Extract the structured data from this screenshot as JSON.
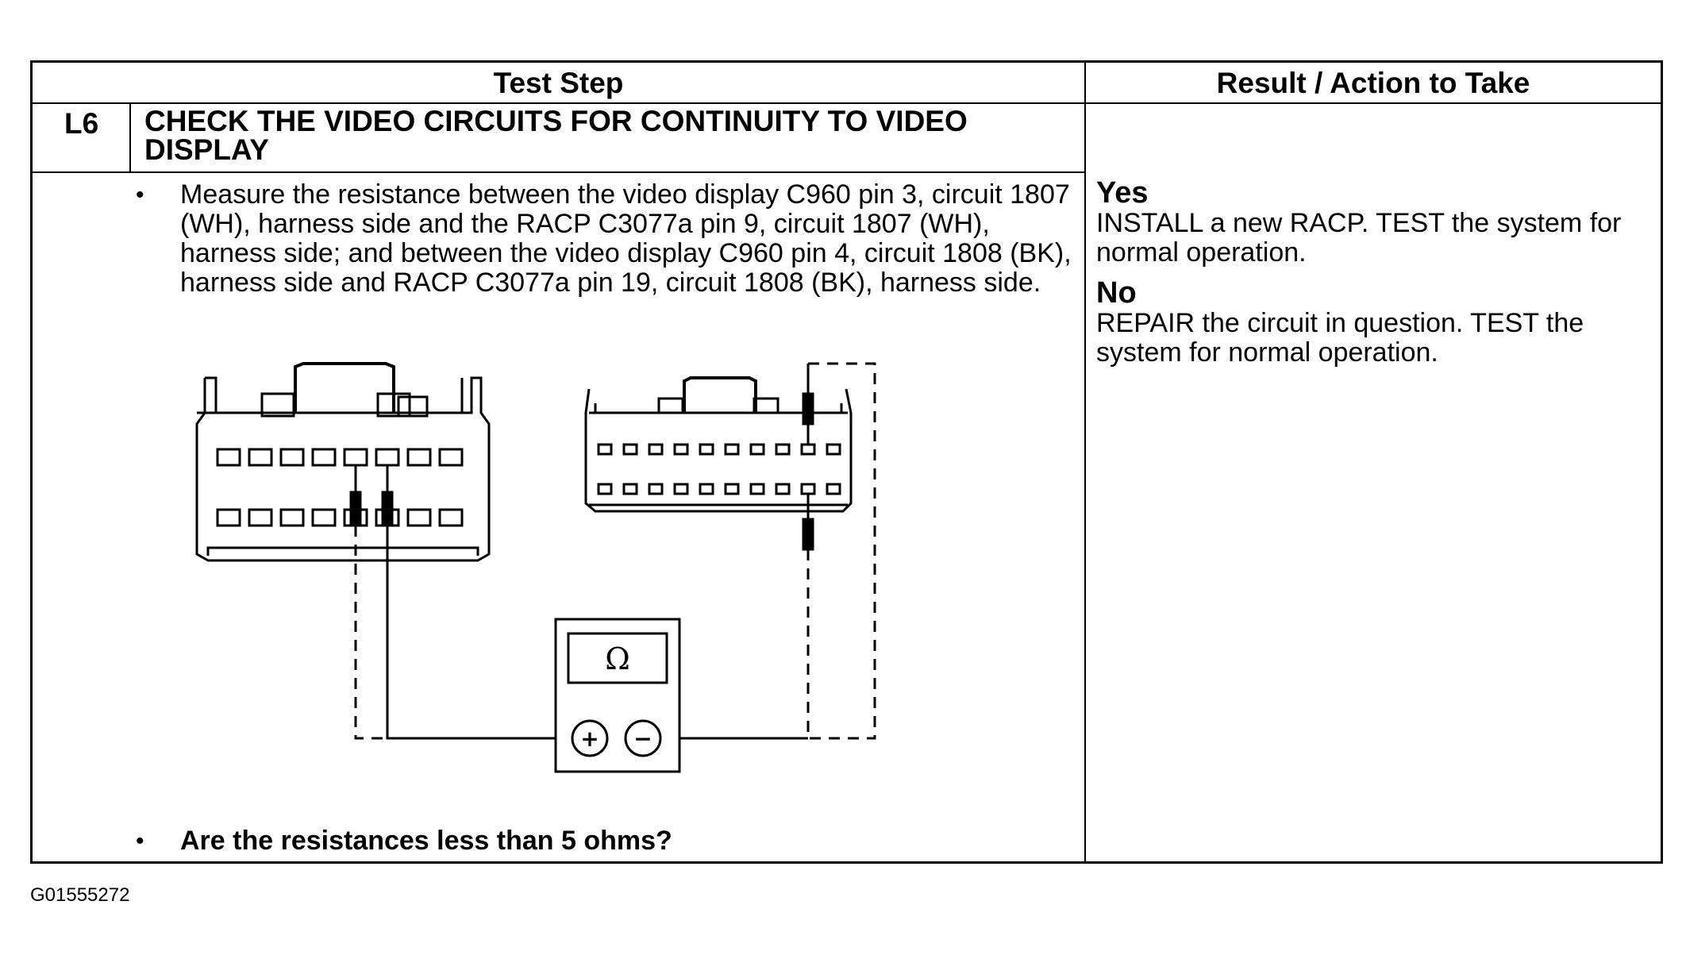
{
  "table": {
    "header": {
      "test_step": "Test Step",
      "result_action": "Result / Action to Take"
    },
    "step": {
      "id": "L6",
      "title": "CHECK THE VIDEO CIRCUITS FOR CONTINUITY TO VIDEO DISPLAY",
      "bullets": [
        "Measure the resistance between the video display C960 pin 3, circuit 1807 (WH), harness side and the RACP C3077a pin 9, circuit 1807 (WH), harness side; and between the video display C960 pin 4, circuit 1808 (BK), harness side and RACP C3077a pin 19, circuit 1808 (BK), harness side.",
        "Are the resistances less than 5 ohms?"
      ],
      "bullet_symbol": "•"
    },
    "results": [
      {
        "label": "Yes",
        "action": "INSTALL a new RACP. TEST the system for normal operation."
      },
      {
        "label": "No",
        "action": "REPAIR the circuit in question. TEST the system for normal operation."
      }
    ]
  },
  "diagram": {
    "meter_symbol": "Ω",
    "plus_symbol": "+",
    "minus_symbol": "−",
    "icons": [
      "connector-c960-icon",
      "connector-c3077a-icon",
      "ohmmeter-icon"
    ]
  },
  "figure_id": "G01555272"
}
